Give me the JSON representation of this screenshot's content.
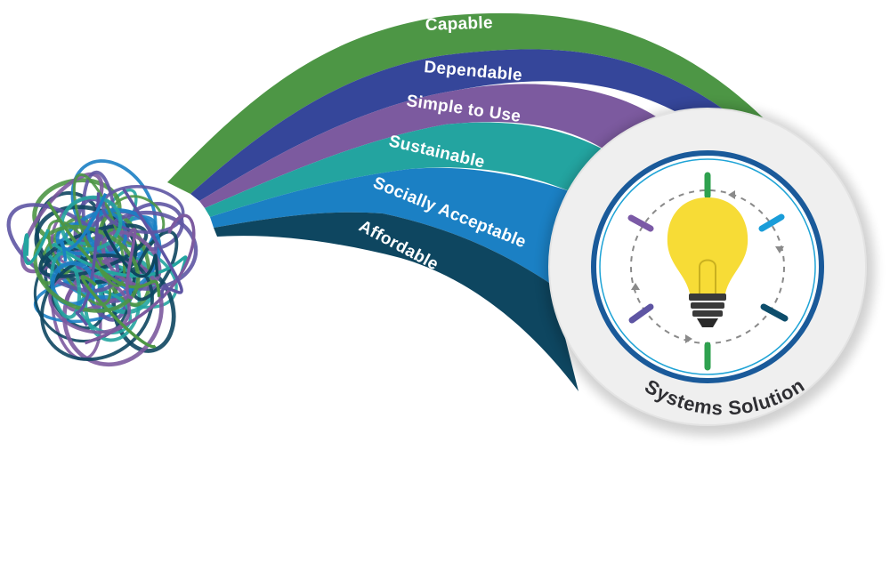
{
  "diagram": {
    "bands": [
      {
        "id": "capable",
        "label": "Capable",
        "color": "#4d9645"
      },
      {
        "id": "dependable",
        "label": "Dependable",
        "color": "#35469a"
      },
      {
        "id": "simple-to-use",
        "label": "Simple to Use",
        "color": "#7c5a9f"
      },
      {
        "id": "sustainable",
        "label": "Sustainable",
        "color": "#23a4a0"
      },
      {
        "id": "socially-acceptable",
        "label": "Socially Acceptable",
        "color": "#1b80c4"
      },
      {
        "id": "affordable",
        "label": "Affordable",
        "color": "#0e4660"
      }
    ],
    "solution": {
      "label": "Systems Solution",
      "icon": "lightbulb-icon",
      "ring_color": "#1a5a9a",
      "bulb_color": "#f7dc36",
      "dash_colors": [
        "#2fa14f",
        "#1a9dd9",
        "#0d4d6b",
        "#2fa14f",
        "#5e55a3",
        "#7b5aa6"
      ]
    },
    "tangle": {
      "icon": "tangled-strings-icon",
      "colors": [
        "#0e4660",
        "#1b80c4",
        "#23a4a0",
        "#4d9645",
        "#5e55a3",
        "#7c5a9f"
      ]
    }
  }
}
